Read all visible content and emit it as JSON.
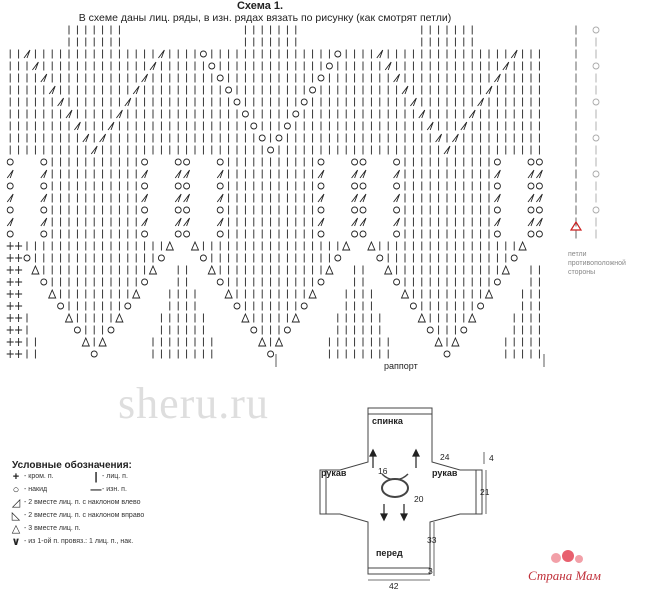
{
  "header": {
    "title": "Схема 1.",
    "subtitle": "В схеме даны лиц. ряды, в изн. рядах вязать по рисунку (как смотрят петли)"
  },
  "chart": {
    "cols": 64,
    "rows": 28,
    "rapport_label": "раппорт",
    "side_note": [
      "петли",
      "противоположной",
      "стороны"
    ],
    "highlight_color": "#cc2222"
  },
  "watermark": "sheru.ru",
  "legend": {
    "title": "Условные обозначения:",
    "items": [
      {
        "symbol": "+",
        "label": "- кром. п."
      },
      {
        "symbol": "|",
        "label": "- лиц. п."
      },
      {
        "symbol": "○",
        "label": "- накид"
      },
      {
        "symbol": "—",
        "label": "- изн. п."
      },
      {
        "symbol": "◿",
        "label": "- 2 вместе лиц. п. с наклоном влево"
      },
      {
        "symbol": "◺",
        "label": "- 2 вместе лиц. п. с наклоном вправо"
      },
      {
        "symbol": "△",
        "label": "- 3 вместе лиц. п."
      },
      {
        "symbol": "∨",
        "label": "- из 1-ой п. провяз.: 1 лиц. п., нак."
      }
    ]
  },
  "schema": {
    "labels": {
      "back": "спинка",
      "front": "перед",
      "left_sleeve": "рукав",
      "right_sleeve": "рукав"
    },
    "numbers": {
      "n16": "16",
      "n20": "20",
      "n24": "24",
      "n4": "4",
      "n21": "21",
      "n33": "33",
      "n3": "3",
      "n42": "42"
    }
  },
  "logo": "Страна Мам"
}
